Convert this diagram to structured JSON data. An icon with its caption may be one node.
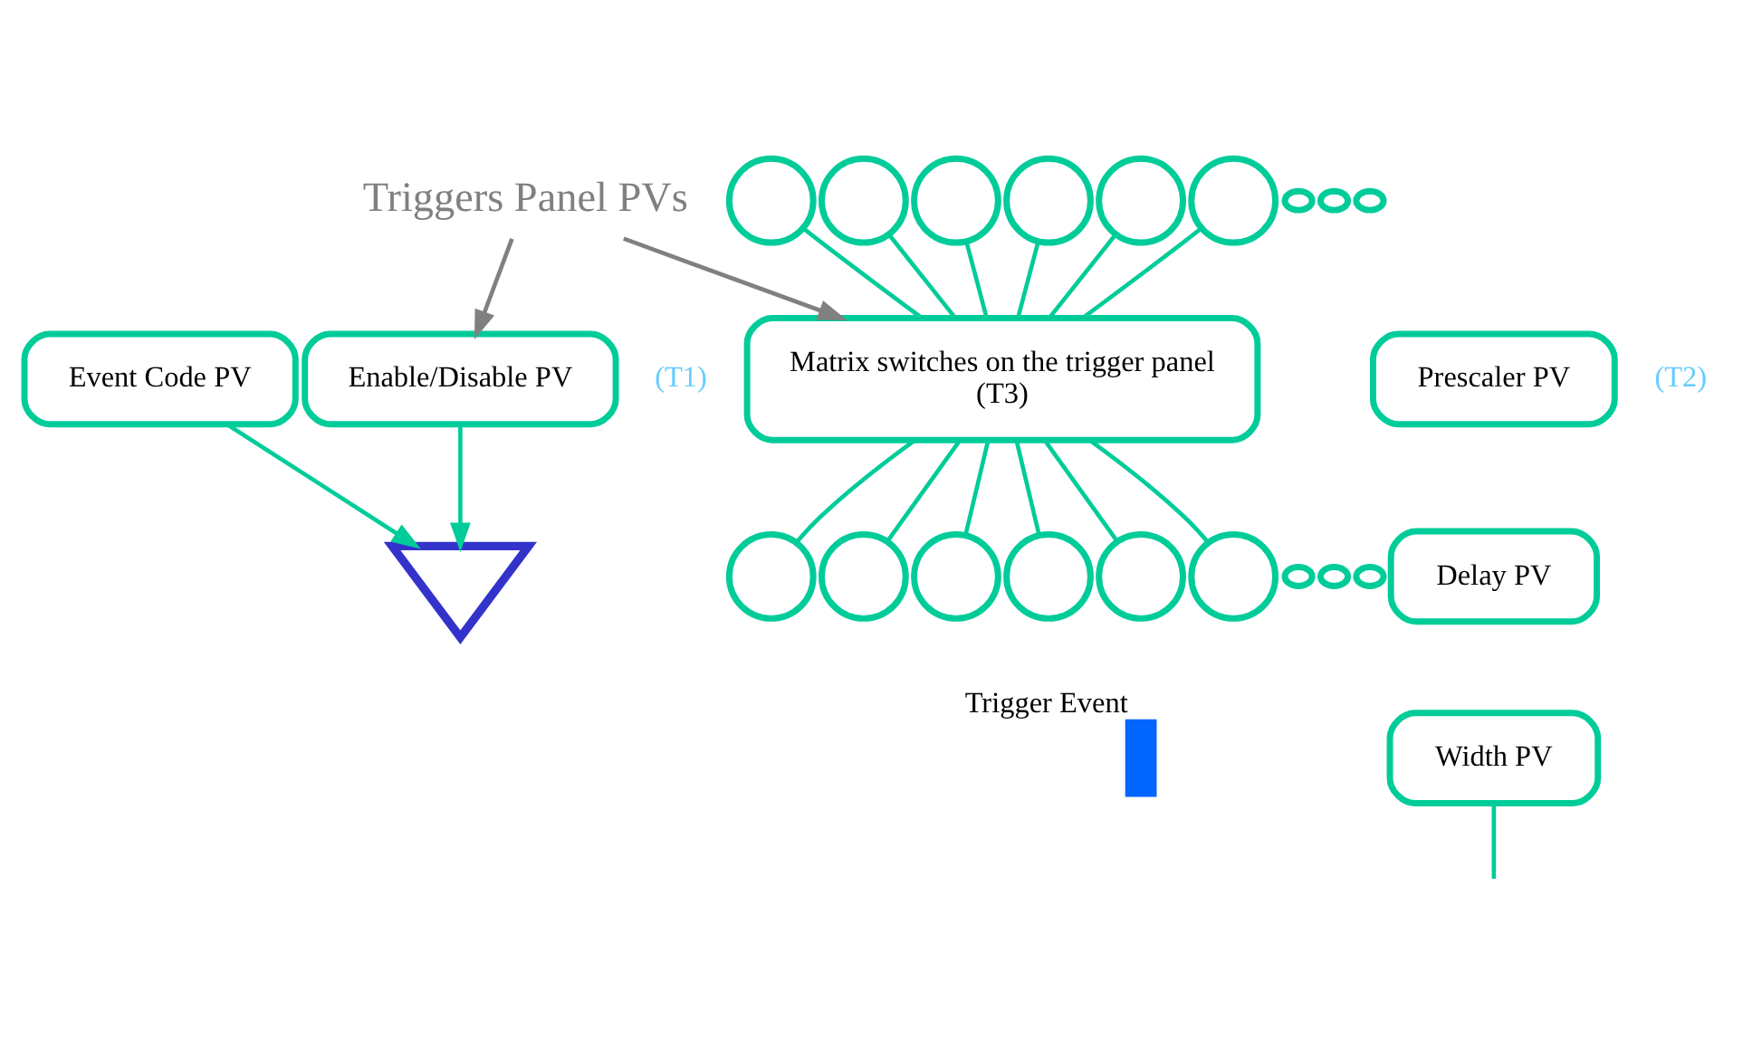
{
  "diagram": {
    "nodes": [
      {
        "text": [
          "Event Code PV"
        ]
      },
      {
        "text": [
          "Enable/Disable PV"
        ]
      },
      {
        "text": [
          "Triggers Panel PVs"
        ]
      },
      {
        "text": [],
        "shape": "triangle"
      },
      {
        "text": [],
        "shape": "circle"
      },
      {
        "text": [],
        "shape": "circle"
      },
      {
        "text": [],
        "shape": "circle"
      },
      {
        "text": [],
        "shape": "circle"
      },
      {
        "text": [],
        "shape": "circle"
      },
      {
        "text": [],
        "shape": "circle"
      },
      {
        "text": [],
        "shape": "circle"
      },
      {
        "text": [],
        "shape": "circle"
      },
      {
        "text": [],
        "shape": "circle"
      },
      {
        "text": [
          "Matrix switches on the trigger panel",
          "(T3)"
        ]
      },
      {
        "text": [
          "Prescaler PV"
        ]
      },
      {
        "text": [
          "Delay PV"
        ]
      },
      {
        "text": [
          "Width PV"
        ]
      },
      {
        "text": [],
        "shape": "circle"
      },
      {
        "text": [],
        "shape": "circle"
      },
      {
        "text": [],
        "shape": "circle"
      },
      {
        "text": [],
        "shape": "circle"
      },
      {
        "text": [],
        "shape": "circle"
      },
      {
        "text": [],
        "shape": "circle"
      },
      {
        "text": [],
        "shape": "circle"
      },
      {
        "text": [],
        "shape": "circle"
      },
      {
        "text": [],
        "shape": "circle"
      },
      {
        "text": [],
        "shape": "bar",
        "beside": [
          "Trigger Event"
        ]
      }
    ],
    "edges": [
      {
        "from": 0,
        "to": 3,
        "arrow": "to"
      },
      {
        "from": 1,
        "to": 3,
        "arrow": "to"
      },
      {
        "from": 2,
        "to": 1,
        "arrow": "to",
        "color": "#808080"
      },
      {
        "from": 2,
        "to": 13,
        "arrow": "to",
        "color": "#808080"
      },
      {
        "from": 4,
        "to": 13,
        "arrow": "none"
      },
      {
        "from": 5,
        "to": 13,
        "arrow": "none"
      },
      {
        "from": 6,
        "to": 13,
        "arrow": "none"
      },
      {
        "from": 7,
        "to": 13,
        "arrow": "none"
      },
      {
        "from": 8,
        "to": 13,
        "arrow": "none"
      },
      {
        "from": 9,
        "to": 13,
        "arrow": "none"
      },
      {
        "from": 13,
        "to": 17,
        "arrow": "none"
      },
      {
        "from": 13,
        "to": 18,
        "arrow": "none"
      },
      {
        "from": 13,
        "to": 19,
        "arrow": "none"
      },
      {
        "from": 13,
        "to": 20,
        "arrow": "none"
      },
      {
        "from": 13,
        "to": 21,
        "arrow": "none"
      },
      {
        "from": 13,
        "to": 22,
        "arrow": "none"
      },
      {
        "from": 16,
        "to": null,
        "arrow": "none"
      }
    ],
    "labels": [
      "(T1)",
      "(T2)"
    ]
  }
}
